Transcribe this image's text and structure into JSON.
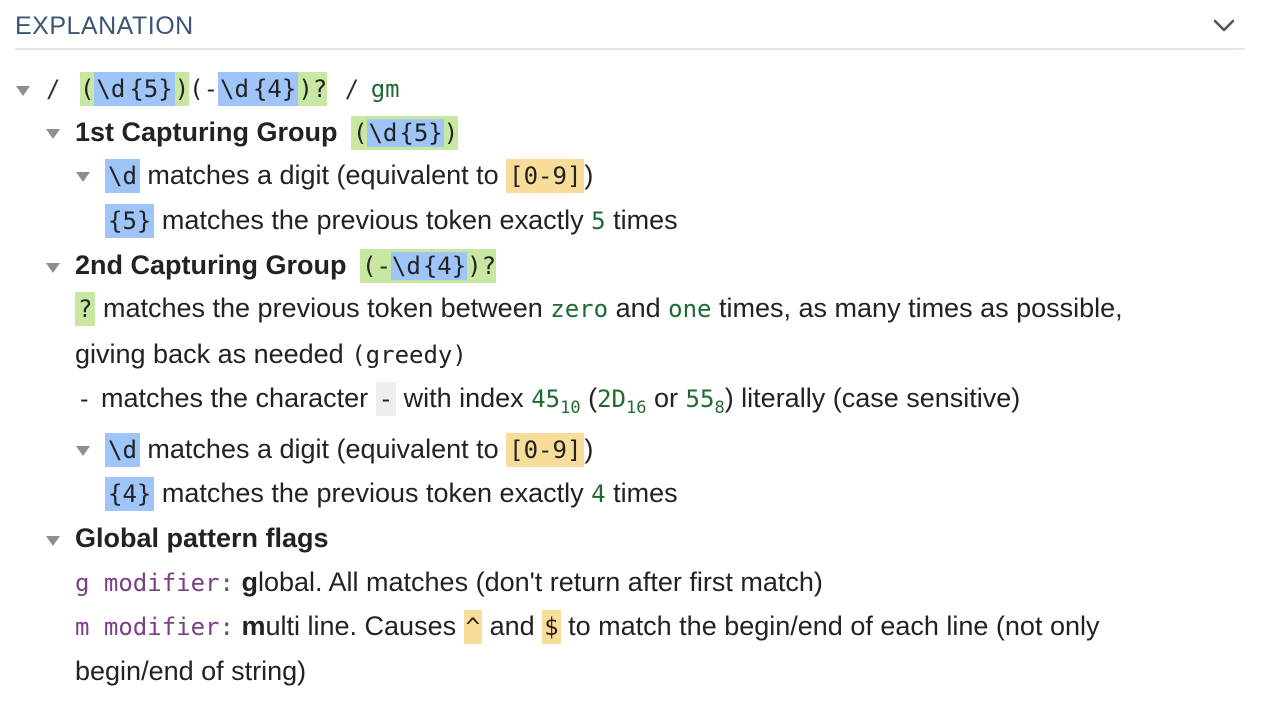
{
  "header": {
    "title": "EXPLANATION"
  },
  "regex": {
    "slash_open": "/",
    "open_paren": "(",
    "d1": "\\d",
    "q1": "{5}",
    "close_paren": ")",
    "open_paren2": "(",
    "dash": "-",
    "d2": "\\d",
    "q2": "{4}",
    "close_group2": ")?",
    "slash_close": "/",
    "flags": "gm"
  },
  "group1": {
    "title": "1st Capturing Group",
    "token_open": "(",
    "token_d": "\\d",
    "token_q": "{5}",
    "token_close": ")",
    "digit": {
      "token": "\\d",
      "text1": "matches a digit (equivalent to",
      "range": "[0-9]",
      "text2": ")"
    },
    "quant": {
      "token": "{5}",
      "text1": "matches the previous token exactly",
      "count": "5",
      "text2": "times"
    }
  },
  "group2": {
    "title": "2nd Capturing Group",
    "token_open": "(-",
    "token_d": "\\d",
    "token_q": "{4}",
    "token_close": ")?",
    "lazy": {
      "token": "?",
      "text1": "matches the previous token between",
      "zero": "zero",
      "and": "and",
      "one": "one",
      "text2": "times, as many times as possible,",
      "line2": "giving back as needed",
      "greedy": "(greedy)"
    },
    "dash": {
      "token": "-",
      "text1": "matches the character",
      "char": "-",
      "text2": "with index",
      "dec": "45",
      "dec_base": "10",
      "open": "(",
      "hex": "2D",
      "hex_base": "16",
      "or": "or",
      "oct": "55",
      "oct_base": "8",
      "text3": ") literally (case sensitive)"
    },
    "digit": {
      "token": "\\d",
      "text1": "matches a digit (equivalent to",
      "range": "[0-9]",
      "text2": ")"
    },
    "quant": {
      "token": "{4}",
      "text1": "matches the previous token exactly",
      "count": "4",
      "text2": "times"
    }
  },
  "flags": {
    "title": "Global pattern flags",
    "g": {
      "label": "g modifier:",
      "first": "g",
      "rest": "lobal. All matches (don't return after first match)"
    },
    "m": {
      "label": "m modifier:",
      "first": "m",
      "rest1": "ulti line. Causes",
      "caret": "^",
      "and": "and",
      "dollar": "$",
      "rest2": "to match the begin/end of each line (not only",
      "line2": "begin/end of string)"
    }
  },
  "colors": {
    "green": "#c8e8a2",
    "blue": "#9ec4f8",
    "yellow": "#f8dc9a",
    "header": "#3c5674",
    "number": "#1e6a32",
    "modifier": "#7a3f85"
  }
}
